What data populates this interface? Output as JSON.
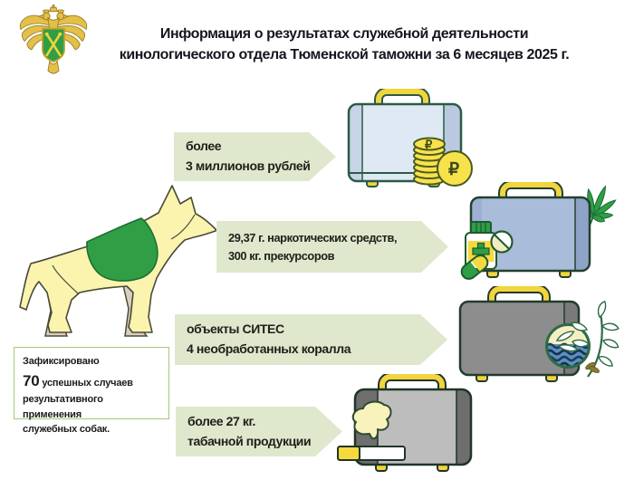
{
  "header": {
    "logo": "russian-customs-emblem",
    "title_line1": "Информация о результатах служебной деятельности",
    "title_line2": "кинологического отдела Тюменской таможни за 6 месяцев 2025 г."
  },
  "banners": [
    {
      "icon": "money-suitcase",
      "line1": "более",
      "line2": "3 миллионов рублей"
    },
    {
      "icon": "drugs-suitcase",
      "line1": "29,37 г. наркотических средств,",
      "line2": "300 кг. прекурсоров"
    },
    {
      "icon": "cites-suitcase",
      "line1": "объекты СИТЕС",
      "line2": "4 необработанных коралла"
    },
    {
      "icon": "tobacco-suitcase",
      "line1": "более 27 кг.",
      "line2": "табачной продукции"
    }
  ],
  "info_box": {
    "line1": "Зафиксировано",
    "count": "70",
    "count_suffix": " успешных случаев",
    "line3": "результативного применения",
    "line4": "служебных собак."
  },
  "symbols": {
    "ruble": "₽"
  },
  "colors": {
    "accent_green": "#2f9e45",
    "banner_bg": "#dfe8cd",
    "case_blue_light": "#dfe9f3",
    "case_blue": "#a9bcda",
    "case_gray": "#8d8d8d",
    "case_gray_light": "#bdbdbd",
    "handle_yellow": "#f2d43c",
    "coin_yellow": "#f8e24b",
    "dog_body": "#faf4ae",
    "vest_green": "#2f9e45",
    "title_color": "#15151f",
    "info_border": "#a5c97a"
  }
}
